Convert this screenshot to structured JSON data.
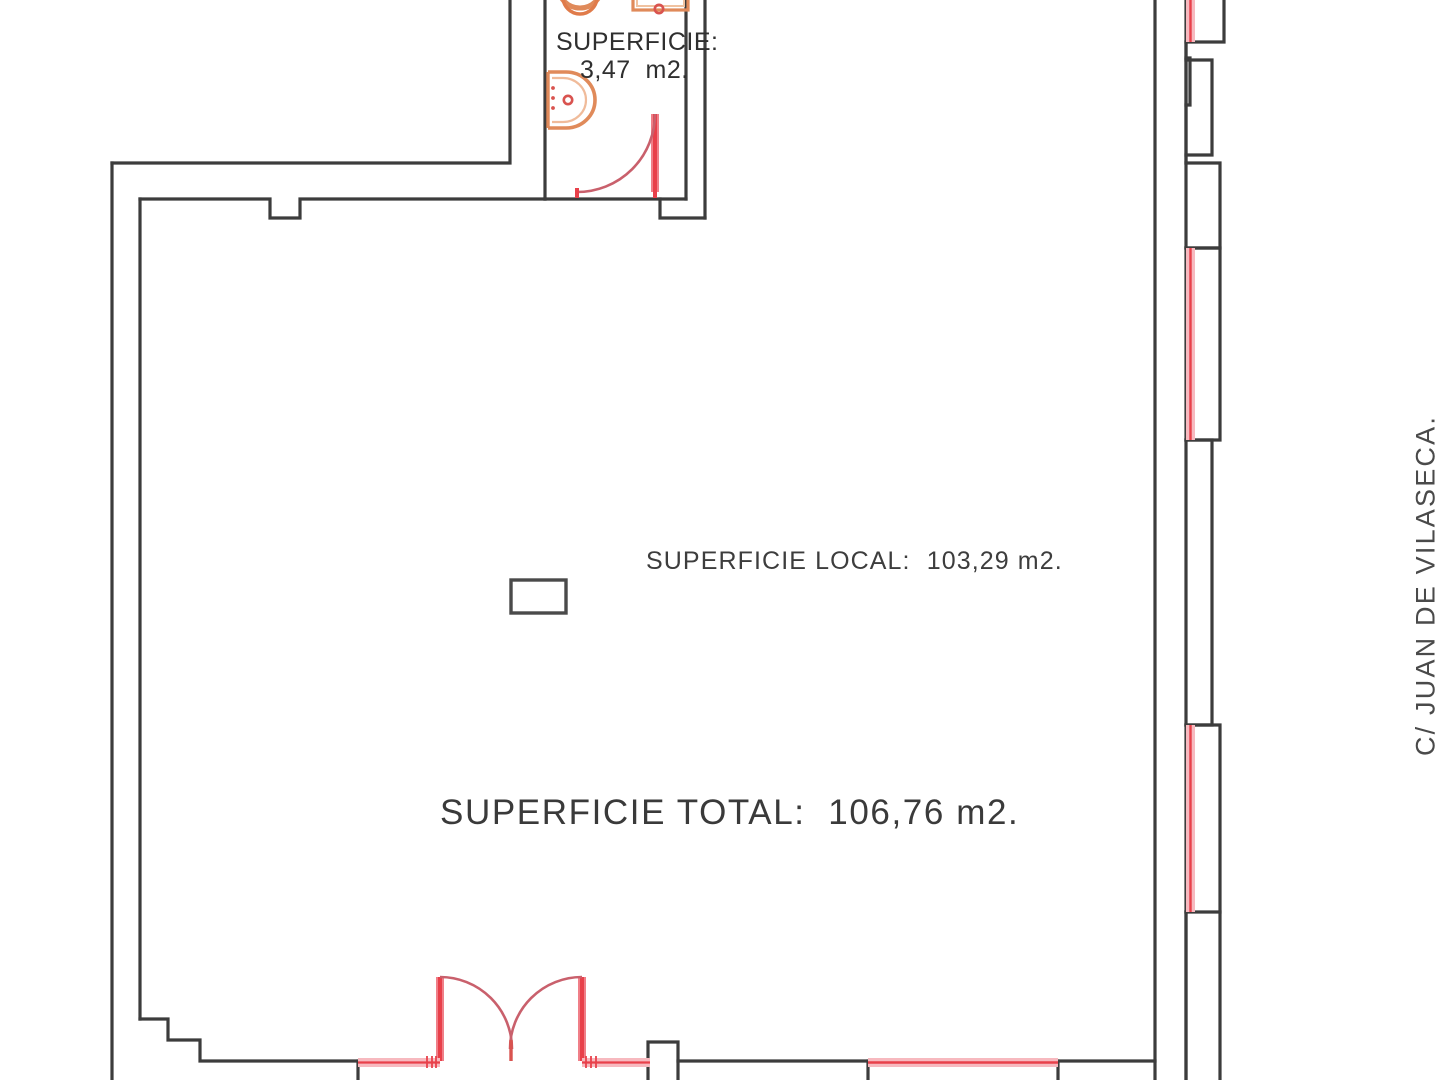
{
  "document": {
    "type": "architectural-floor-plan",
    "title": "Planta de local comercial"
  },
  "labels": {
    "bathroom_area_title": "SUPERFICIE:",
    "bathroom_area_value": "3,47  m2.",
    "local_area": "SUPERFICIE LOCAL:  103,29 m2.",
    "total_area": "SUPERFICIE TOTAL:  106,76 m2.",
    "street_name": "C/ JUAN DE VILASECA."
  },
  "measurements": {
    "bathroom_m2": "3,47",
    "local_m2": "103,29",
    "total_m2": "106,76",
    "unit": "m2."
  },
  "colors": {
    "wall_stroke": "#3c3c3c",
    "wall_fill": "#ffffff",
    "opening_red": "#e8404a",
    "opening_pink": "#f4aab0",
    "door_swing": "#c9606c",
    "fixture_orange": "#e08a5a",
    "fixture_red": "#d9534f",
    "text": "#3a3a3a",
    "background": "#ffffff"
  },
  "rooms": [
    {
      "name": "bano",
      "label": "SUPERFICIE: 3,47 m2.",
      "area": "3,47"
    },
    {
      "name": "local-principal",
      "label": "SUPERFICIE LOCAL: 103,29 m2.",
      "area": "103,29"
    }
  ],
  "fixtures": [
    {
      "name": "toilet",
      "shape": "round"
    },
    {
      "name": "shower-tray",
      "shape": "rectangle-with-drain"
    },
    {
      "name": "washbasin",
      "shape": "d-shaped"
    }
  ],
  "openings": [
    {
      "name": "bathroom-door",
      "type": "single-swing-door"
    },
    {
      "name": "entrance-door",
      "type": "double-swing-door"
    },
    {
      "name": "window-right-1",
      "type": "window"
    },
    {
      "name": "window-right-2",
      "type": "window"
    },
    {
      "name": "window-right-3",
      "type": "window"
    },
    {
      "name": "window-right-4",
      "type": "window"
    },
    {
      "name": "window-bottom",
      "type": "window"
    }
  ]
}
